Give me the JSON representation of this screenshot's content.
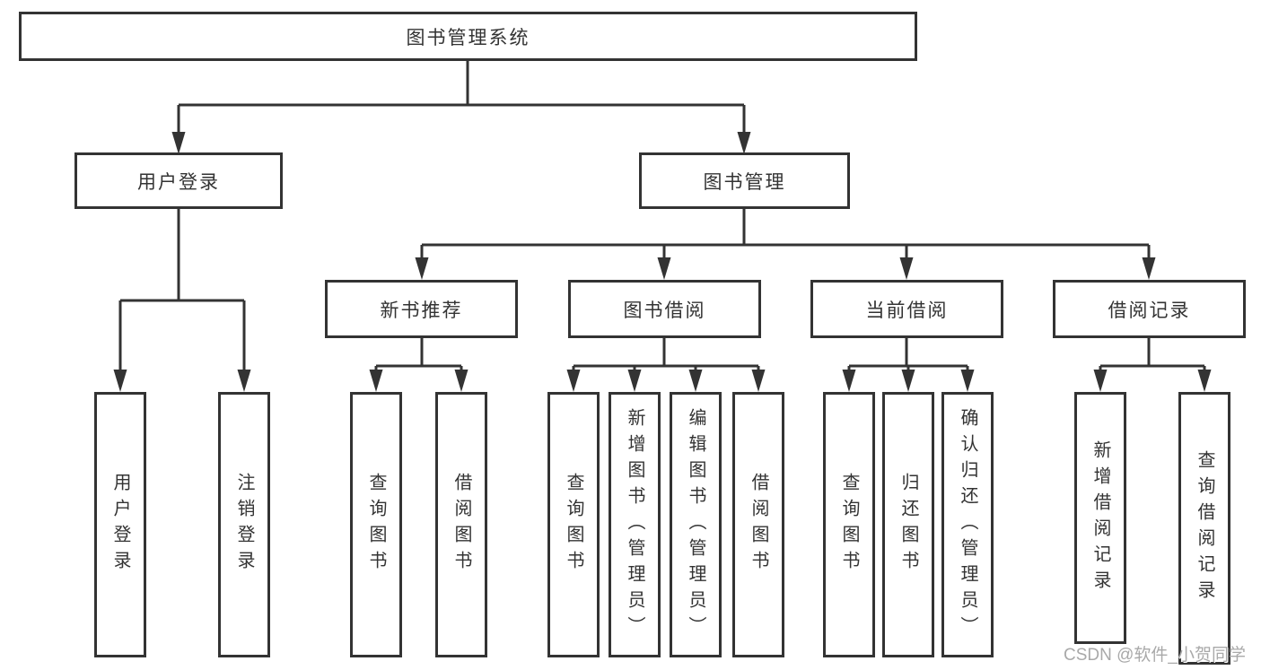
{
  "diagram": {
    "root": {
      "label": "图书管理系统"
    },
    "level2": {
      "user_login": {
        "label": "用户登录"
      },
      "book_management": {
        "label": "图书管理"
      }
    },
    "level3": {
      "new_book_recommend": {
        "label": "新书推荐"
      },
      "book_borrowing": {
        "label": "图书借阅"
      },
      "current_borrowing": {
        "label": "当前借阅"
      },
      "borrowing_records": {
        "label": "借阅记录"
      }
    },
    "leaves": {
      "user_login_login": {
        "label": "用户登录"
      },
      "user_login_logout": {
        "label": "注销登录"
      },
      "nbr_query_books": {
        "label": "查询图书"
      },
      "nbr_borrow_books": {
        "label": "借阅图书"
      },
      "bb_query_books": {
        "label": "查询图书"
      },
      "bb_add_books": {
        "label": "新增图书（管理员）"
      },
      "bb_edit_books": {
        "label": "编辑图书（管理员）"
      },
      "bb_borrow_books": {
        "label": "借阅图书"
      },
      "cb_query_books": {
        "label": "查询图书"
      },
      "cb_return_books": {
        "label": "归还图书"
      },
      "cb_confirm_return": {
        "label": "确认归还（管理员）"
      },
      "br_add_record": {
        "label": "新增借阅记录"
      },
      "br_query_record": {
        "label": "查询借阅记录"
      }
    },
    "edges": [
      [
        "图书管理系统",
        "用户登录"
      ],
      [
        "图书管理系统",
        "图书管理"
      ],
      [
        "用户登录",
        "用户登录"
      ],
      [
        "用户登录",
        "注销登录"
      ],
      [
        "图书管理",
        "新书推荐"
      ],
      [
        "图书管理",
        "图书借阅"
      ],
      [
        "图书管理",
        "当前借阅"
      ],
      [
        "图书管理",
        "借阅记录"
      ],
      [
        "新书推荐",
        "查询图书"
      ],
      [
        "新书推荐",
        "借阅图书"
      ],
      [
        "图书借阅",
        "查询图书"
      ],
      [
        "图书借阅",
        "新增图书（管理员）"
      ],
      [
        "图书借阅",
        "编辑图书（管理员）"
      ],
      [
        "图书借阅",
        "借阅图书"
      ],
      [
        "当前借阅",
        "查询图书"
      ],
      [
        "当前借阅",
        "归还图书"
      ],
      [
        "当前借阅",
        "确认归还（管理员）"
      ],
      [
        "借阅记录",
        "新增借阅记录"
      ],
      [
        "借阅记录",
        "查询借阅记录"
      ]
    ],
    "colors": {
      "line": "#333333",
      "box_border": "#333333",
      "text": "#333333",
      "background": "#ffffff",
      "watermark": "#a9a9a9"
    },
    "watermark": "CSDN @软件_小贺同学"
  }
}
